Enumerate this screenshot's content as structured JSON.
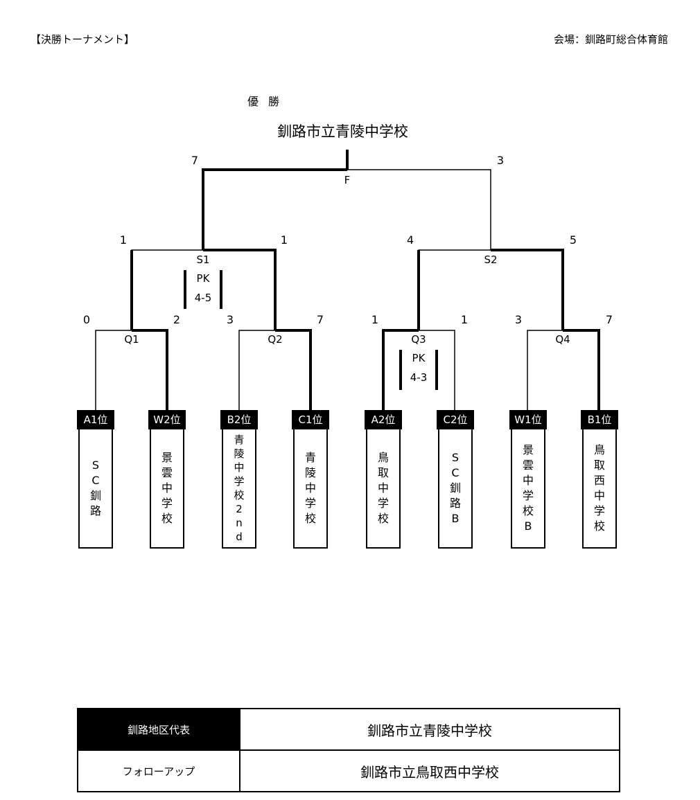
{
  "header": {
    "title": "【決勝トーナメント】",
    "venue": "会場：釧路町総合体育館"
  },
  "champion": {
    "label": "優勝",
    "name": "釧路市立青陵中学校"
  },
  "matches": {
    "final": {
      "label": "F",
      "score_left": "7",
      "score_right": "3"
    },
    "s1": {
      "label": "S1",
      "score_left": "1",
      "score_right": "1",
      "pk_label": "PK",
      "pk_score": "4-5"
    },
    "s2": {
      "label": "S2",
      "score_left": "4",
      "score_right": "5"
    },
    "q1": {
      "label": "Q1",
      "score_left": "0",
      "score_right": "2"
    },
    "q2": {
      "label": "Q2",
      "score_left": "3",
      "score_right": "7"
    },
    "q3": {
      "label": "Q3",
      "score_left": "1",
      "score_right": "1",
      "pk_label": "PK",
      "pk_score": "4-3"
    },
    "q4": {
      "label": "Q4",
      "score_left": "3",
      "score_right": "7"
    }
  },
  "teams": [
    {
      "seed": "A1位",
      "name_chars": [
        "S",
        "C",
        "釧",
        "路"
      ]
    },
    {
      "seed": "W2位",
      "name_chars": [
        "景",
        "雲",
        "中",
        "学",
        "校"
      ]
    },
    {
      "seed": "B2位",
      "name_chars": [
        "青",
        "陵",
        "中",
        "学",
        "校",
        "2",
        "n",
        "d"
      ]
    },
    {
      "seed": "C1位",
      "name_chars": [
        "青",
        "陵",
        "中",
        "学",
        "校"
      ]
    },
    {
      "seed": "A2位",
      "name_chars": [
        "鳥",
        "取",
        "中",
        "学",
        "校"
      ]
    },
    {
      "seed": "C2位",
      "name_chars": [
        "S",
        "C",
        "釧",
        "路",
        "B"
      ]
    },
    {
      "seed": "W1位",
      "name_chars": [
        "景",
        "雲",
        "中",
        "学",
        "校",
        "B"
      ]
    },
    {
      "seed": "B1位",
      "name_chars": [
        "鳥",
        "取",
        "西",
        "中",
        "学",
        "校"
      ]
    }
  ],
  "representatives": [
    {
      "label": "釧路地区代表",
      "school": "釧路市立青陵中学校"
    },
    {
      "label": "フォローアップ",
      "school": "釧路市立鳥取西中学校"
    }
  ]
}
